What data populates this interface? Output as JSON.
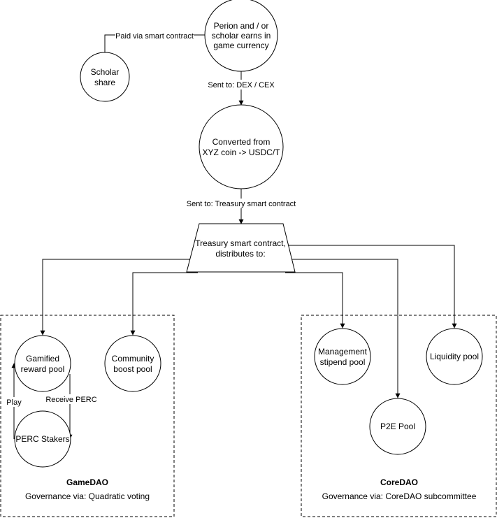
{
  "nodes": {
    "earn": [
      "Perion and / or",
      "scholar earns in",
      "game currency"
    ],
    "scholar_share": [
      "Scholar",
      "share"
    ],
    "converted": [
      "Converted from",
      "XYZ coin -> USDC/T"
    ],
    "treasury": [
      "Treasury smart contract,",
      "distributes to:"
    ],
    "gamified": [
      "Gamified",
      "reward pool"
    ],
    "community": [
      "Community",
      "boost pool"
    ],
    "stakers": [
      "PERC Stakers"
    ],
    "management": [
      "Management",
      "stipend pool"
    ],
    "liquidity": [
      "Liquidity pool"
    ],
    "p2e": [
      "P2E Pool"
    ]
  },
  "edges": {
    "paid": "Paid via smart contract",
    "sent_dex": "Sent to: DEX / CEX",
    "sent_treasury": "Sent to: Treasury smart contract",
    "play": "Play",
    "receive": "Receive PERC"
  },
  "groups": {
    "gamedao": {
      "title": "GameDAO",
      "subtitle": "Governance via: Quadratic voting"
    },
    "coredao": {
      "title": "CoreDAO",
      "subtitle": "Governance via: CoreDAO subcommittee"
    }
  }
}
